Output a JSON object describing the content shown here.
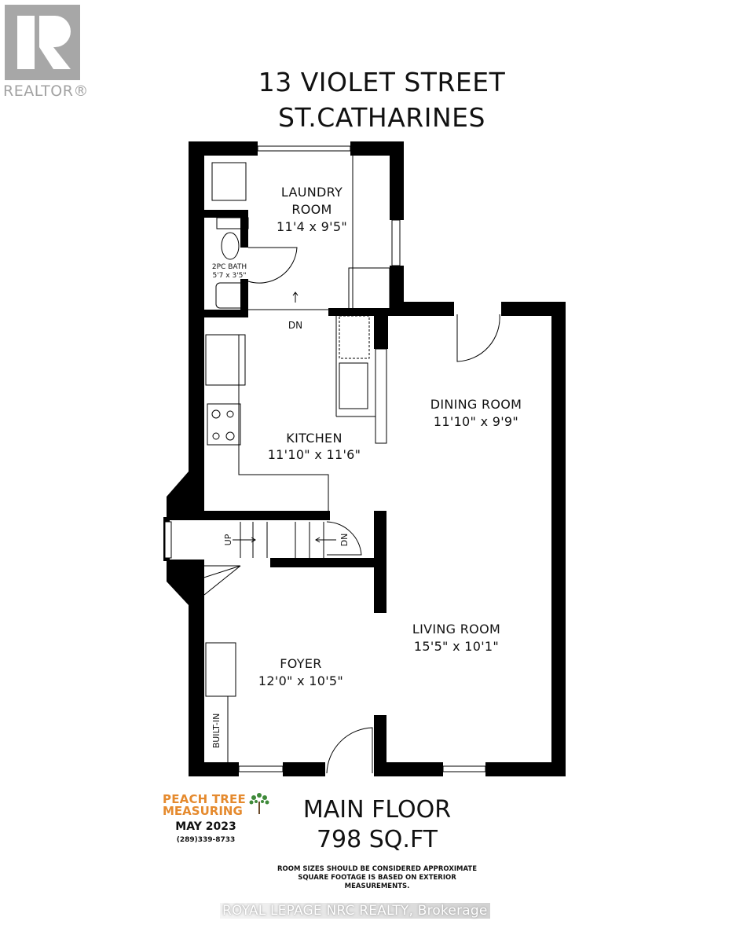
{
  "branding": {
    "realtor_logo_text": "REALTOR®",
    "brokerage_watermark": "ROYAL LEPAGE NRC REALTY, Brokerage"
  },
  "header": {
    "address_line1": "13 VIOLET STREET",
    "address_line2": "ST.CATHARINES"
  },
  "rooms": [
    {
      "name": "LAUNDRY",
      "name2": "ROOM",
      "dims": "11'4 x 9'5\""
    },
    {
      "name": "2PC BATH",
      "dims": "5'7 x 3'5\""
    },
    {
      "name": "KITCHEN",
      "dims": "11'10\" x 11'6\""
    },
    {
      "name": "DINING ROOM",
      "dims": "11'10\" x 9'9\""
    },
    {
      "name": "LIVING ROOM",
      "dims": "15'5\" x 10'1\""
    },
    {
      "name": "FOYER",
      "dims": "12'0\" x 10'5\""
    }
  ],
  "annotations": {
    "stairs_down_laundry": "DN",
    "stairs_up": "UP",
    "stairs_down_basement": "DN",
    "built_in": "BUILT-IN"
  },
  "measurer": {
    "name_line1": "PEACH TREE",
    "name_line2": "MEASURING",
    "date": "MAY 2023",
    "phone": "(289)339-8733",
    "brand_color": "#e58a2e",
    "tree_color": "#3f8a3a"
  },
  "floor_summary": {
    "floor_name": "MAIN FLOOR",
    "area": "798 SQ.FT"
  },
  "disclaimer": {
    "line1": "ROOM SIZES SHOULD BE CONSIDERED APPROXIMATE",
    "line2": "SQUARE FOOTAGE IS BASED ON EXTERIOR",
    "line3": "MEASUREMENTS."
  }
}
